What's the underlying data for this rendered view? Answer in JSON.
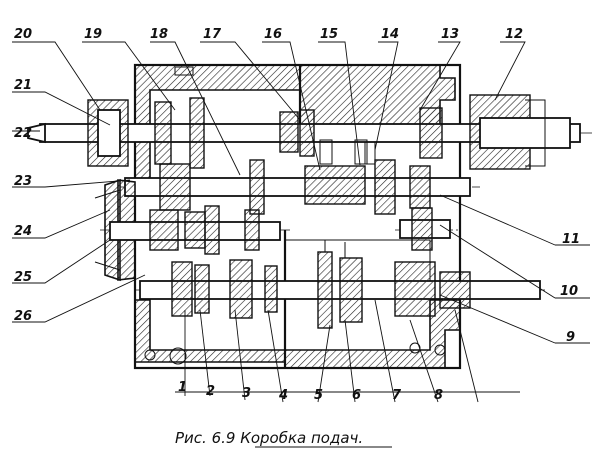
{
  "figure": {
    "caption": "Рис. 6.9  Коробка подач.",
    "callouts": [
      "1",
      "2",
      "3",
      "4",
      "5",
      "6",
      "7",
      "8",
      "9",
      "10",
      "11",
      "12",
      "13",
      "14",
      "15",
      "16",
      "17",
      "18",
      "19",
      "20",
      "21",
      "22",
      "23",
      "24",
      "25",
      "26"
    ]
  }
}
